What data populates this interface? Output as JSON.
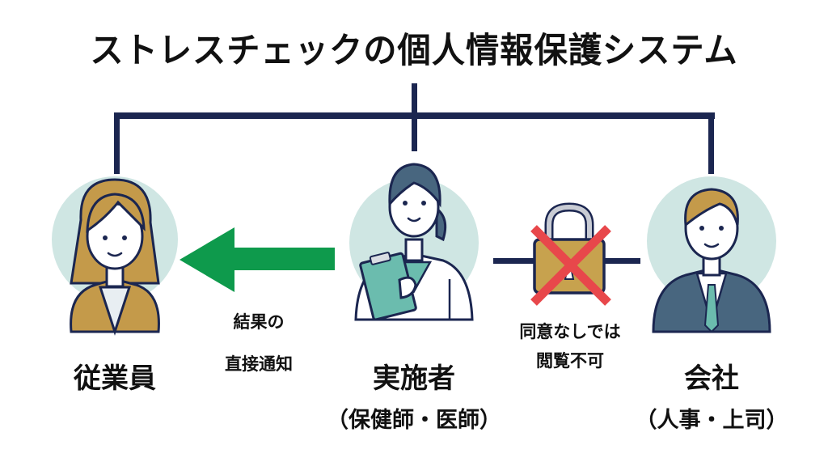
{
  "title": "ストレスチェックの個人情報保護システム",
  "colors": {
    "navy": "#1b2650",
    "circle_bg": "#cfe6e3",
    "arrow_green": "#0e9a4c",
    "lock_gold": "#c7a24e",
    "cross_red": "#e8474b",
    "hair_gold": "#c49a4a",
    "suit_blue": "#48667f",
    "teal": "#6bbcae"
  },
  "roles": [
    {
      "id": "employee",
      "name": "従業員",
      "sub": ""
    },
    {
      "id": "implementer",
      "name": "実施者",
      "sub": "（保健師・医師）"
    },
    {
      "id": "company",
      "name": "会社",
      "sub": "（人事・上司）"
    }
  ],
  "notes": {
    "direct_notice": [
      "結果の",
      "直接通知"
    ],
    "no_access": [
      "同意なしでは",
      "閲覧不可"
    ]
  },
  "icons": {
    "arrow": "arrow-left-icon",
    "lock": "lock-icon",
    "cross": "cross-icon"
  }
}
